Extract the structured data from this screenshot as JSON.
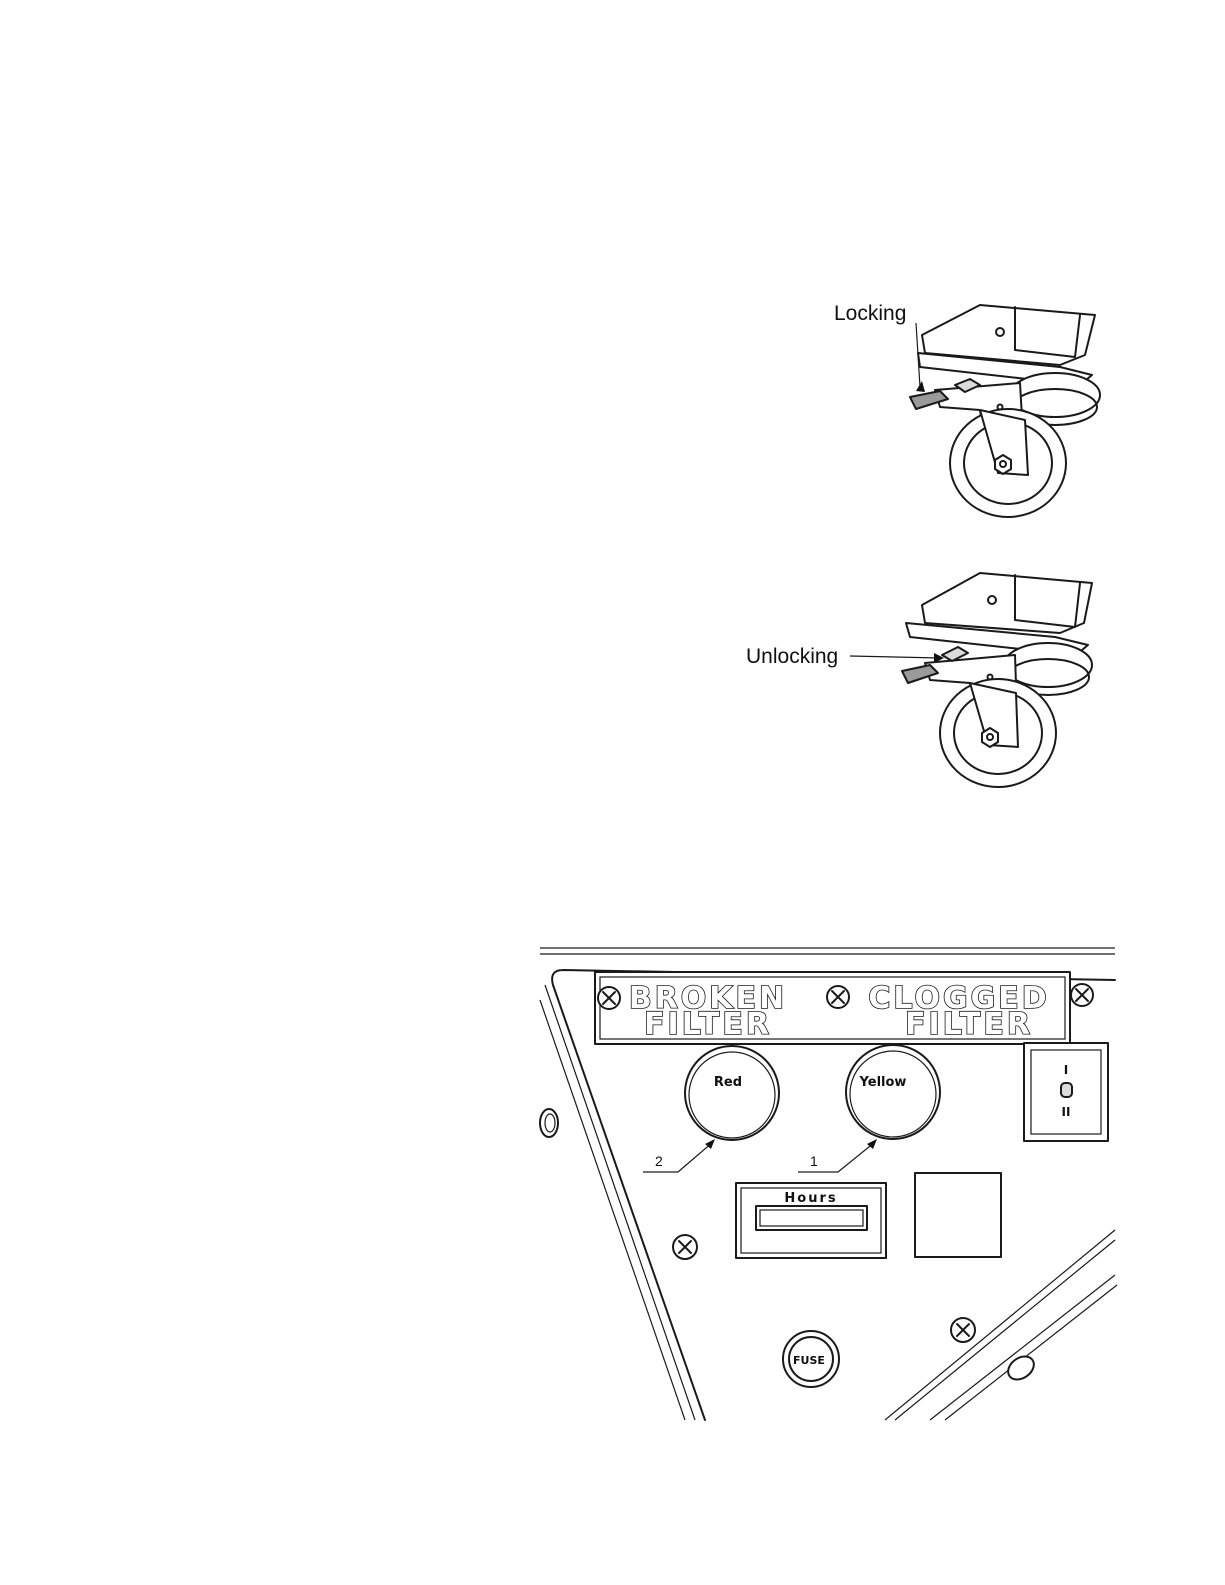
{
  "caster_locking": {
    "callout": "Locking"
  },
  "caster_unlocking": {
    "callout": "Unlocking"
  },
  "panel": {
    "sign_left_line1": "BROKEN",
    "sign_left_line2": "FILTER",
    "sign_right_line1": "CLOGGED",
    "sign_right_line2": "FILTER",
    "lamp_red_label": "Red",
    "lamp_yellow_label": "Yellow",
    "lamp_red_number": "2",
    "lamp_yellow_number": "1",
    "hour_meter_label": "Hours",
    "fuse_label": "FUSE",
    "switch_top": "I",
    "switch_bottom": "II"
  }
}
